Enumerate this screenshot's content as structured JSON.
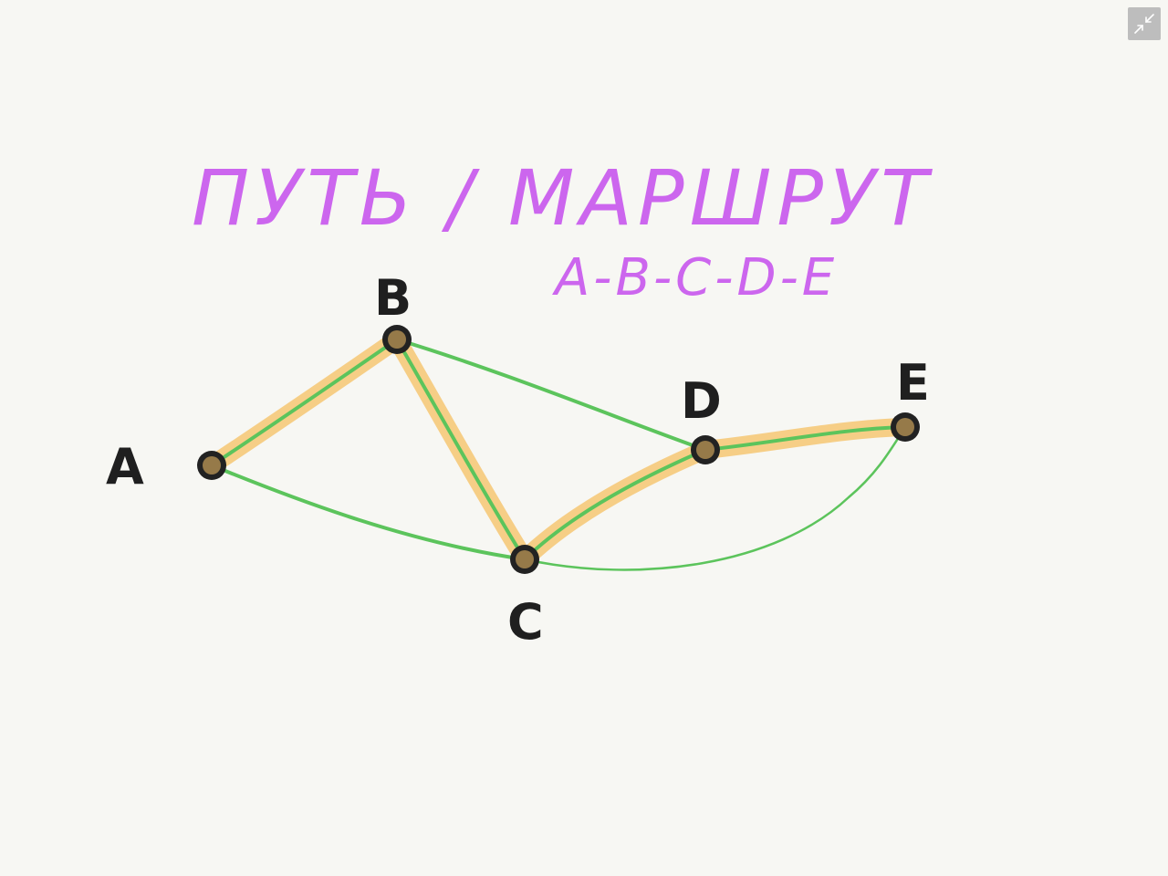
{
  "title": "ПУТЬ / МАРШРУТ",
  "subtitle": "A-B-C-D-E",
  "nodes": [
    {
      "id": "A",
      "label": "A"
    },
    {
      "id": "B",
      "label": "B"
    },
    {
      "id": "C",
      "label": "C"
    },
    {
      "id": "D",
      "label": "D"
    },
    {
      "id": "E",
      "label": "E"
    }
  ],
  "edges": [
    {
      "from": "A",
      "to": "B"
    },
    {
      "from": "A",
      "to": "C"
    },
    {
      "from": "B",
      "to": "C"
    },
    {
      "from": "B",
      "to": "D"
    },
    {
      "from": "C",
      "to": "D"
    },
    {
      "from": "C",
      "to": "E"
    },
    {
      "from": "D",
      "to": "E"
    }
  ],
  "path": [
    "A",
    "B",
    "C",
    "D",
    "E"
  ],
  "colors": {
    "title": "#cc66ee",
    "edge": "#5cc45c",
    "highlight": "#f5c36a",
    "node": "#222222",
    "background": "#f7f7f3"
  },
  "toolbar": {
    "collapse_icon": "collapse-arrows-icon"
  }
}
